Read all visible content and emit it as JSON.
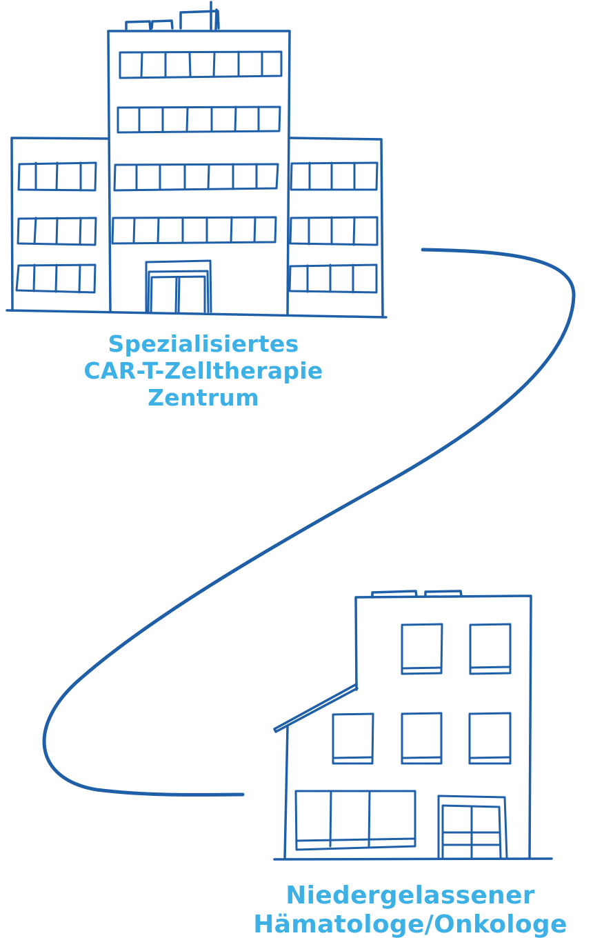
{
  "colors": {
    "line": "#1f5fa8",
    "label": "#3db1e6",
    "background": "#ffffff"
  },
  "diagram": {
    "type": "patient-pathway",
    "nodes": [
      {
        "id": "center",
        "icon": "large-hospital-building-icon",
        "label_lines": [
          "Spezialisiertes",
          "CAR-T-Zelltherapie",
          "Zentrum"
        ]
      },
      {
        "id": "local",
        "icon": "small-clinic-building-icon",
        "label_lines": [
          "Niedergelassener",
          "Hämatologe/Onkologe"
        ]
      }
    ],
    "connector": {
      "from": "center",
      "to": "local",
      "style": "curved-s-line"
    }
  }
}
